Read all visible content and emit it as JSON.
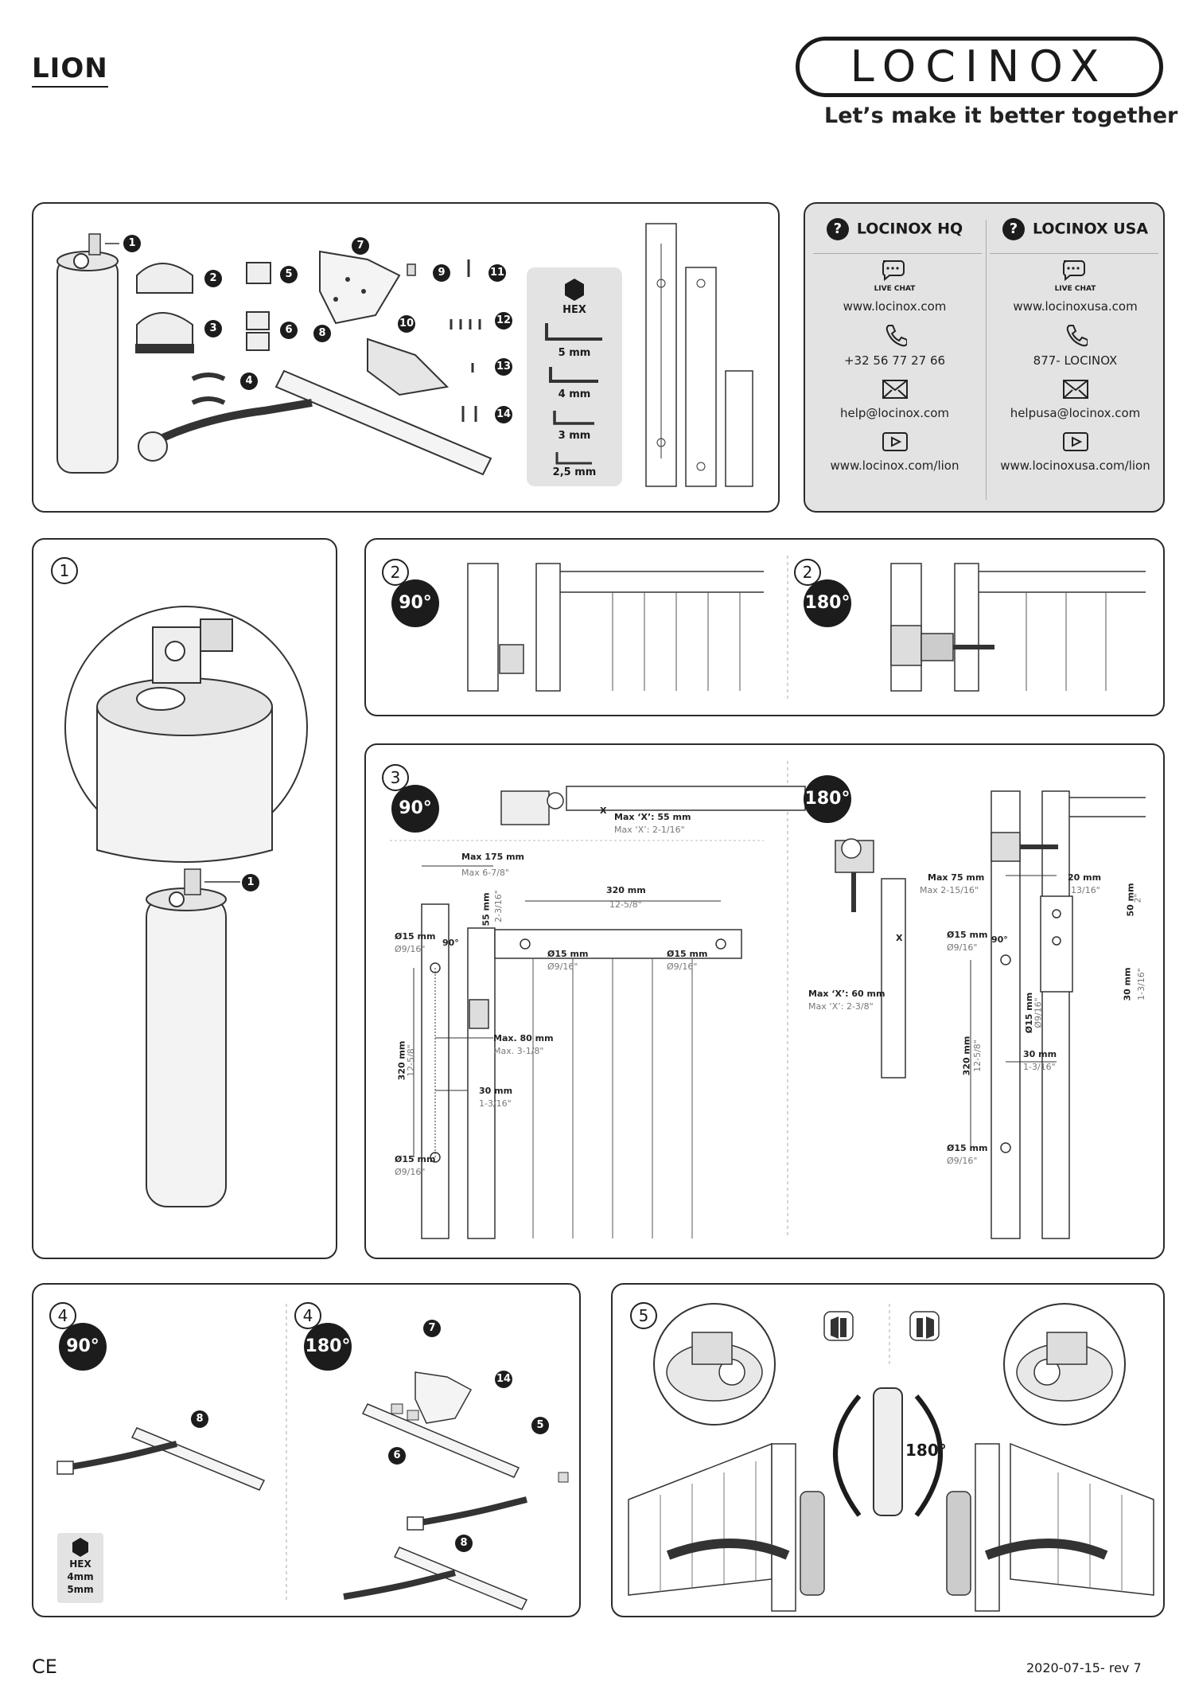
{
  "header": {
    "product": "LION",
    "brand": "LOCINOX",
    "slogan": "Let’s make it better together"
  },
  "parts": {
    "callouts": [
      "1",
      "2",
      "3",
      "4",
      "5",
      "6",
      "7",
      "8",
      "9",
      "10",
      "11",
      "12",
      "13",
      "14"
    ],
    "hex_title": "HEX",
    "hex_sizes": [
      "5 mm",
      "4 mm",
      "3 mm",
      "2,5 mm"
    ]
  },
  "contact": {
    "hq": {
      "title": "LOCINOX HQ",
      "chat": "LIVE CHAT",
      "web": "www.locinox.com",
      "phone": "+32 56 77 27 66",
      "email": "help@locinox.com",
      "video": "www.locinox.com/lion"
    },
    "usa": {
      "title": "LOCINOX USA",
      "chat": "LIVE CHAT",
      "web": "www.locinoxusa.com",
      "phone": "877- LOCINOX",
      "email": "helpusa@locinox.com",
      "video": "www.locinoxusa.com/lion"
    }
  },
  "steps": {
    "s1": "1",
    "s1_callout": "1",
    "s2_90_num": "2",
    "s2_90_angle": "90°",
    "s2_180_num": "2",
    "s2_180_angle": "180°",
    "s3_90_num": "3",
    "s3_90_angle": "90°",
    "s3_180_angle": "180°",
    "s4_90_num": "4",
    "s4_90_angle": "90°",
    "s4_180_num": "4",
    "s4_180_angle": "180°",
    "s5": "5",
    "s5_rotation": "180°",
    "s4_hex": [
      "HEX",
      "4mm",
      "5mm"
    ],
    "s4_callouts": [
      "8",
      "7",
      "14",
      "5",
      "6",
      "8"
    ]
  },
  "dims_90": {
    "x_label": "X",
    "max_x": "Max ‘X’: 55 mm",
    "max_x_in": "Max ‘X’: 2-1/16\"",
    "max175": "Max 175 mm",
    "max175_in": "Max 6-7/8\"",
    "d55": "55 mm",
    "d55_in": "2-3/16\"",
    "d320": "320 mm",
    "d320_in": "12-5/8\"",
    "d15": "Ø15 mm",
    "d15_in": "Ø9/16\"",
    "angle": "90°",
    "max80": "Max. 80 mm",
    "max80_in": "Max. 3-1/8\"",
    "d320v": "320 mm",
    "d320v_in": "12-5/8\"",
    "d30": "30 mm",
    "d30_in": "1-3/16\""
  },
  "dims_180": {
    "x_label": "X",
    "max_x": "Max ‘X’: 60 mm",
    "max_x_in": "Max ‘X’: 2-3/8\"",
    "max75": "Max 75 mm",
    "max75_in": "Max 2-15/16\"",
    "d20": "20 mm",
    "d20_in": "13/16\"",
    "d50": "50 mm",
    "d50_in": "2\"",
    "d15": "Ø15 mm",
    "d15_in": "Ø9/16\"",
    "angle": "90°",
    "d30": "30 mm",
    "d30_in": "1-3/16\"",
    "d320": "320 mm",
    "d320_in": "12-5/8\""
  },
  "footer": {
    "ce": "CE",
    "revision": "2020-07-15- rev 7"
  }
}
